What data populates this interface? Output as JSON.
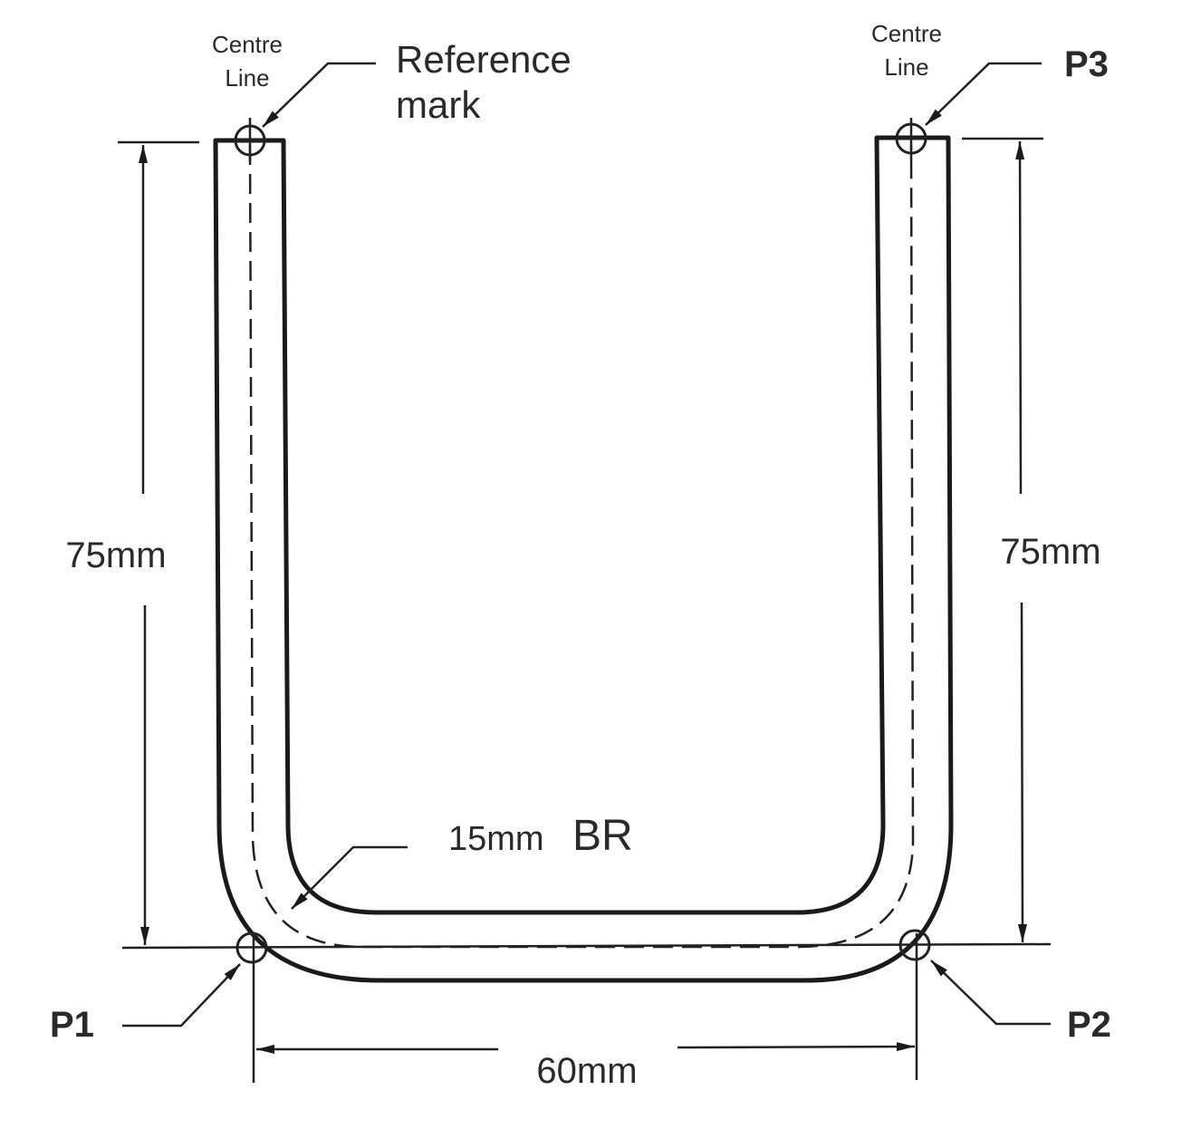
{
  "labels": {
    "centre_line_left": [
      "Centre",
      "Line"
    ],
    "centre_line_right": [
      "Centre",
      "Line"
    ],
    "reference_mark": [
      "Reference",
      "mark"
    ],
    "p1": "P1",
    "p2": "P2",
    "p3": "P3",
    "bend_radius_value": "15mm",
    "bend_radius_unit": "BR",
    "left_height": "75mm",
    "right_height": "75mm",
    "width": "60mm"
  },
  "dimensions": {
    "left_leg_mm": 75,
    "right_leg_mm": 75,
    "centre_width_mm": 60,
    "bend_radius_mm": 15
  }
}
